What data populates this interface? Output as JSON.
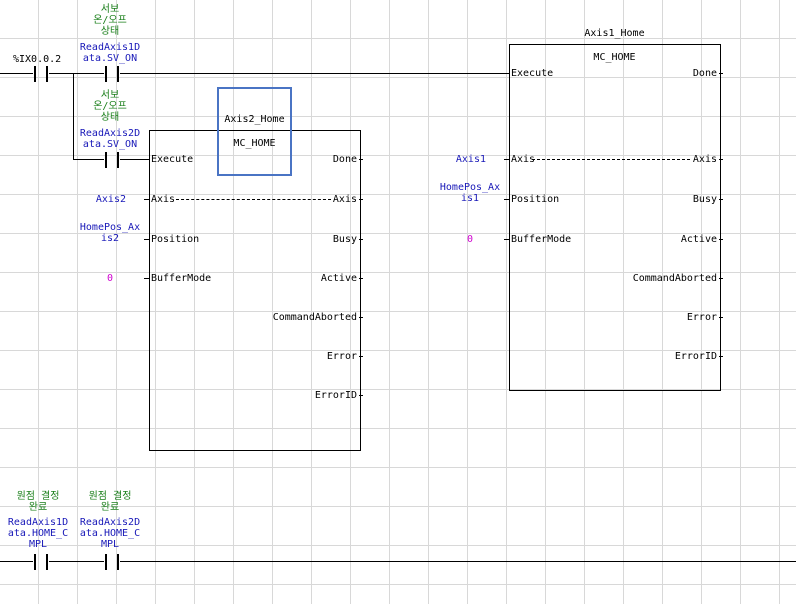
{
  "rung1": {
    "contact_ix": {
      "label": "%IX0.0.2"
    },
    "contact_axis1_svon": {
      "comment": "서보\n온/오프\n상태",
      "variable": "ReadAxis1D\nata.SV_ON"
    },
    "contact_axis2_svon": {
      "comment": "서보\n온/오프\n상태",
      "variable": "ReadAxis2D\nata.SV_ON"
    },
    "fb_axis2": {
      "instance": "Axis2_Home",
      "type": "MC_HOME",
      "inputs": [
        "Execute",
        "Axis",
        "Position",
        "BufferMode"
      ],
      "outputs": [
        "Done",
        "Axis",
        "Busy",
        "Active",
        "CommandAborted",
        "Error",
        "ErrorID"
      ],
      "arg_axis": "Axis2",
      "arg_position": "HomePos_Ax\nis2",
      "arg_buffermode": "0"
    },
    "fb_axis1": {
      "instance": "Axis1_Home",
      "type": "MC_HOME",
      "inputs": [
        "Execute",
        "Axis",
        "Position",
        "BufferMode"
      ],
      "outputs": [
        "Done",
        "Axis",
        "Busy",
        "Active",
        "CommandAborted",
        "Error",
        "ErrorID"
      ],
      "arg_axis": "Axis1",
      "arg_position": "HomePos_Ax\nis1",
      "arg_buffermode": "0"
    }
  },
  "rung2": {
    "contact_axis1_home": {
      "comment": "원점 결정\n완료",
      "variable": "ReadAxis1D\nata.HOME_C\nMPL"
    },
    "contact_axis2_home": {
      "comment": "원점 결정\n완료",
      "variable": "ReadAxis2D\nata.HOME_C\nMPL"
    }
  },
  "colors": {
    "comment": "#1a7f1a",
    "variable": "#1818b8",
    "constant": "#d000d0",
    "selection": "#4a74c4"
  }
}
